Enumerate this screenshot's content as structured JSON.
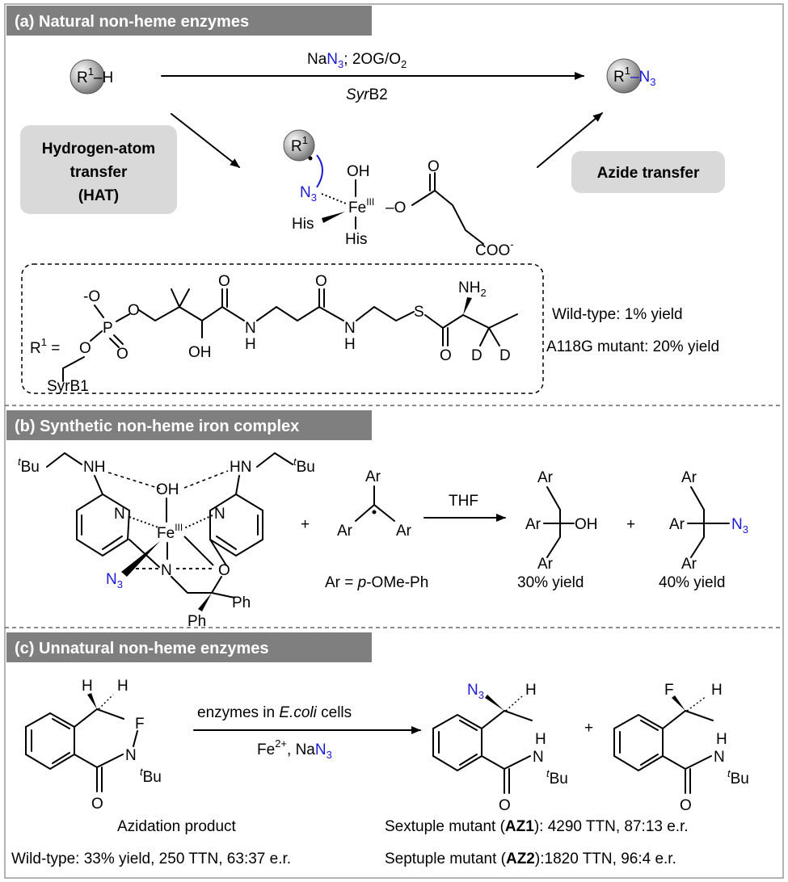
{
  "section_a": {
    "header": "(a) Natural non-heme enzymes",
    "substrate_r": "R",
    "substrate_sup": "1",
    "substrate_h": "–H",
    "reagents_top_na": "Na",
    "reagents_top_n3": "N",
    "reagents_top_n3_sub": "3",
    "reagents_top_rest": "; 2OG/O",
    "reagents_top_o2_sub": "2",
    "enzyme_italic": "Syr",
    "enzyme_rest": "B2",
    "product_r": "R",
    "product_sup": "1",
    "product_n3": "–N",
    "product_n3_sub": "3",
    "hat_line1": "Hydrogen-atom",
    "hat_line2": "transfer",
    "hat_line3": "(HAT)",
    "azide_transfer": "Azide transfer",
    "complex_radical": "R",
    "complex_radical_sup": "1",
    "complex_oh": "OH",
    "complex_n3": "N",
    "complex_n3_sub": "3",
    "complex_fe": "Fe",
    "complex_fe_sup": "III",
    "complex_o": "–O",
    "complex_his1": "His",
    "complex_his2": "His",
    "complex_carbonyl_o": "O",
    "complex_coo": "COO",
    "complex_coo_sup": "-",
    "r1_label": "R",
    "r1_sup": "1",
    "r1_eq": " =",
    "syrb1": "SyrB1",
    "struct_o_minus": "-O",
    "struct_p": "P",
    "struct_o": "O",
    "struct_oh": "OH",
    "struct_nh": "N",
    "struct_h": "H",
    "struct_s": "S",
    "struct_nh2": "NH",
    "struct_nh2_sub": "2",
    "struct_d": "D",
    "wild_type": "Wild-type: 1% yield",
    "mutant": "A118G mutant: 20% yield"
  },
  "section_b": {
    "header": "(b) Synthetic non-heme iron complex",
    "tbu_t": "t",
    "tbu_bu": "Bu",
    "nh": "NH",
    "hn": "HN",
    "oh": "OH",
    "n": "N",
    "fe": "Fe",
    "fe_sup": "III",
    "n3": "N",
    "n3_sub": "3",
    "o": "O",
    "ph": "Ph",
    "plus": "+",
    "ar": "Ar",
    "ar_def_pre": "Ar = ",
    "ar_def_p": "p",
    "ar_def_post": "-OMe-Ph",
    "solvent": "THF",
    "product1_oh": "OH",
    "product1_yield": "30% yield",
    "product2_yield": "40% yield"
  },
  "section_c": {
    "header": "(c) Unnatural non-heme enzymes",
    "h": "H",
    "f": "F",
    "n": "N",
    "o": "O",
    "tbu_t": "t",
    "tbu_bu": "Bu",
    "cond1_pre": "enzymes in ",
    "cond1_italic": "E.coli",
    "cond1_post": " cells",
    "cond2_fe": "Fe",
    "cond2_fe_sup": "2+",
    "cond2_na": ", Na",
    "cond2_n3": "N",
    "cond2_n3_sub": "3",
    "n3": "N",
    "n3_sub": "3",
    "plus": "+",
    "azidation": "Azidation product",
    "sextuple_pre": "Sextuple mutant (",
    "sextuple_bold": "AZ1",
    "sextuple_post": "): 4290 TTN, 87:13 e.r.",
    "wild_type": "Wild-type: 33% yield, 250 TTN, 63:37 e.r.",
    "septuple_pre": "Septuple mutant (",
    "septuple_bold": "AZ2",
    "septuple_post": "):1820 TTN, 96:4 e.r."
  },
  "colors": {
    "header_bg": "#7f7f7f",
    "header_text": "#ffffff",
    "box_bg": "#d9d9d9",
    "azide_blue": "#1a1ad6"
  }
}
